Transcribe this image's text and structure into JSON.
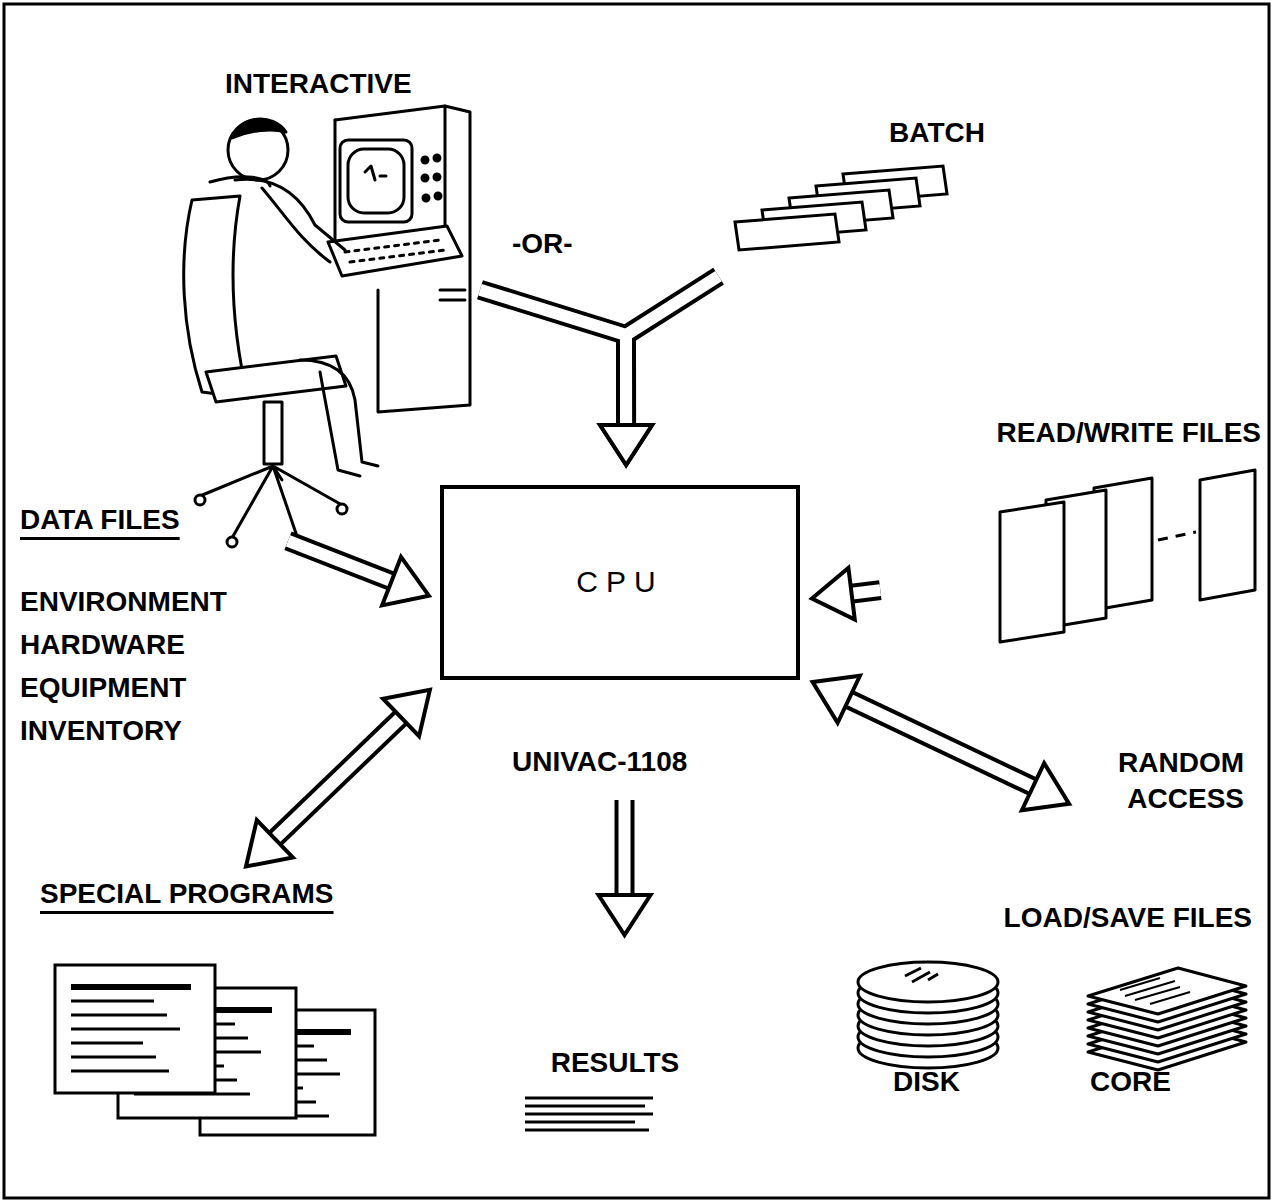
{
  "diagram": {
    "nodes": [
      {
        "text": [
          "INTERACTIVE"
        ]
      },
      {
        "text": [
          "BATCH"
        ]
      },
      {
        "text": [
          "DATA FILES",
          "ENVIRONMENT HARDWARE EQUIPMENT INVENTORY"
        ]
      },
      {
        "text": [
          "CPU"
        ]
      },
      {
        "text": [
          "READ/WRITE FILES"
        ]
      },
      {
        "text": [
          "RANDOM ACCESS"
        ]
      },
      {
        "text": [
          "SPECIAL PROGRAMS"
        ]
      },
      {
        "text": [
          "RESULTS"
        ]
      },
      {
        "text": [
          "LOAD/SAVE FILES"
        ]
      }
    ],
    "edges": [
      {
        "from": 0,
        "to": 3,
        "arrow": "to"
      },
      {
        "from": 1,
        "to": 3,
        "arrow": "to"
      },
      {
        "from": 2,
        "to": 3,
        "arrow": "to"
      },
      {
        "from": 4,
        "to": 3,
        "arrow": "to"
      },
      {
        "from": 3,
        "to": 5,
        "arrow": "both"
      },
      {
        "from": 6,
        "to": 3,
        "arrow": "both"
      },
      {
        "from": 3,
        "to": 7,
        "arrow": "to"
      }
    ],
    "labels": [
      "-OR-",
      "UNIVAC-1108",
      "DISK",
      "CORE"
    ]
  }
}
